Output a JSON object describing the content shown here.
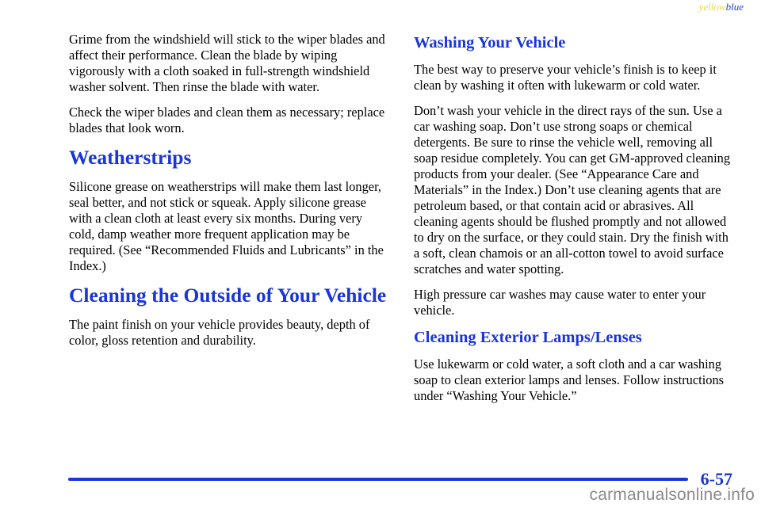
{
  "corner_tag": {
    "yellow": "yellow",
    "blue": "blue"
  },
  "left_column": {
    "para_grime": "Grime from the windshield will stick to the wiper blades and affect their performance. Clean the blade by wiping vigorously with a cloth soaked in full‑strength windshield washer solvent. Then rinse the blade with water.",
    "para_check": "Check the wiper blades and clean them as necessary; replace blades that look worn.",
    "heading_weatherstrips": "Weatherstrips",
    "para_weatherstrips": "Silicone grease on weatherstrips will make them last longer, seal better, and not stick or squeak. Apply silicone grease with a clean cloth at least every six months. During very cold, damp weather more frequent application may be required. (See “Recommended Fluids and Lubricants” in the Index.)",
    "heading_cleaning_outside": "Cleaning the Outside of Your Vehicle",
    "para_paint": "The paint finish on your vehicle provides beauty, depth of color, gloss retention and durability."
  },
  "right_column": {
    "heading_washing": "Washing Your Vehicle",
    "para_preserve": "The best way to preserve your vehicle’s finish is to keep it clean by washing it often with lukewarm or cold water.",
    "para_dont_wash": "Don’t wash your vehicle in the direct rays of the sun. Use a car washing soap. Don’t use strong soaps or chemical detergents. Be sure to rinse the vehicle well, removing all soap residue completely. You can get GM‑approved cleaning products from your dealer. (See “Appearance Care and Materials” in the Index.) Don’t use cleaning agents that are petroleum based, or that contain acid or abrasives. All cleaning agents should be flushed promptly and not allowed to dry on the surface, or they could stain. Dry the finish with a soft, clean chamois or an all‑cotton towel to avoid surface scratches and water spotting.",
    "para_high_pressure": "High pressure car washes may cause water to enter your vehicle.",
    "heading_lamps": "Cleaning Exterior Lamps/Lenses",
    "para_lamps": "Use lukewarm or cold water, a soft cloth and a car washing soap to clean exterior lamps and lenses. Follow instructions under “Washing Your Vehicle.”"
  },
  "footer": {
    "page_number": "6-57",
    "watermark": "carmanualsonline.info"
  },
  "colors": {
    "heading_blue": "#1a35d8",
    "tag_yellow": "#e8d84a",
    "watermark_gray": "#8a8a8a"
  }
}
